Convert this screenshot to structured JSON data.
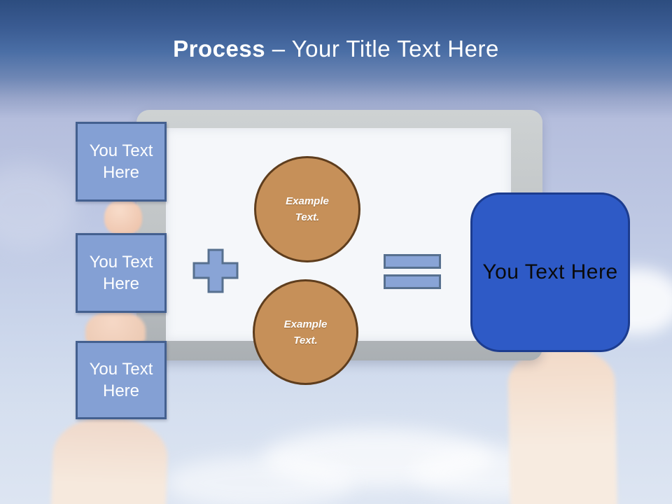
{
  "title": {
    "emphasis": "Process",
    "rest": "– Your Title Text Here"
  },
  "placeholders": {
    "left_boxes": [
      {
        "label": "You Text Here"
      },
      {
        "label": "You Text Here"
      },
      {
        "label": "You Text Here"
      }
    ],
    "circles": [
      {
        "label": "Example Text."
      },
      {
        "label": "Example Text."
      }
    ],
    "result": {
      "label": "You Text Here"
    }
  },
  "icons": {
    "plus": "plus-icon",
    "equals": "equals-icon"
  },
  "colors": {
    "header_top": "#2d4d7f",
    "header_bottom": "#b4bddc",
    "sky_bottom": "#dde5f2",
    "title_text": "#ffffff",
    "box_fill": "#84a0d4",
    "box_border": "#44608f",
    "box_text": "#ffffff",
    "operator_fill": "#89a4d6",
    "operator_border": "#57708f",
    "circle_fill": "#c69059",
    "circle_border": "#5e3d1d",
    "circle_text": "#ffffff",
    "result_fill": "#2e5ac6",
    "result_border": "#1c3c8f",
    "result_text": "#0a0a0a",
    "tablet_bezel": "#c0c4c6",
    "tablet_screen": "#f5f7fa"
  }
}
